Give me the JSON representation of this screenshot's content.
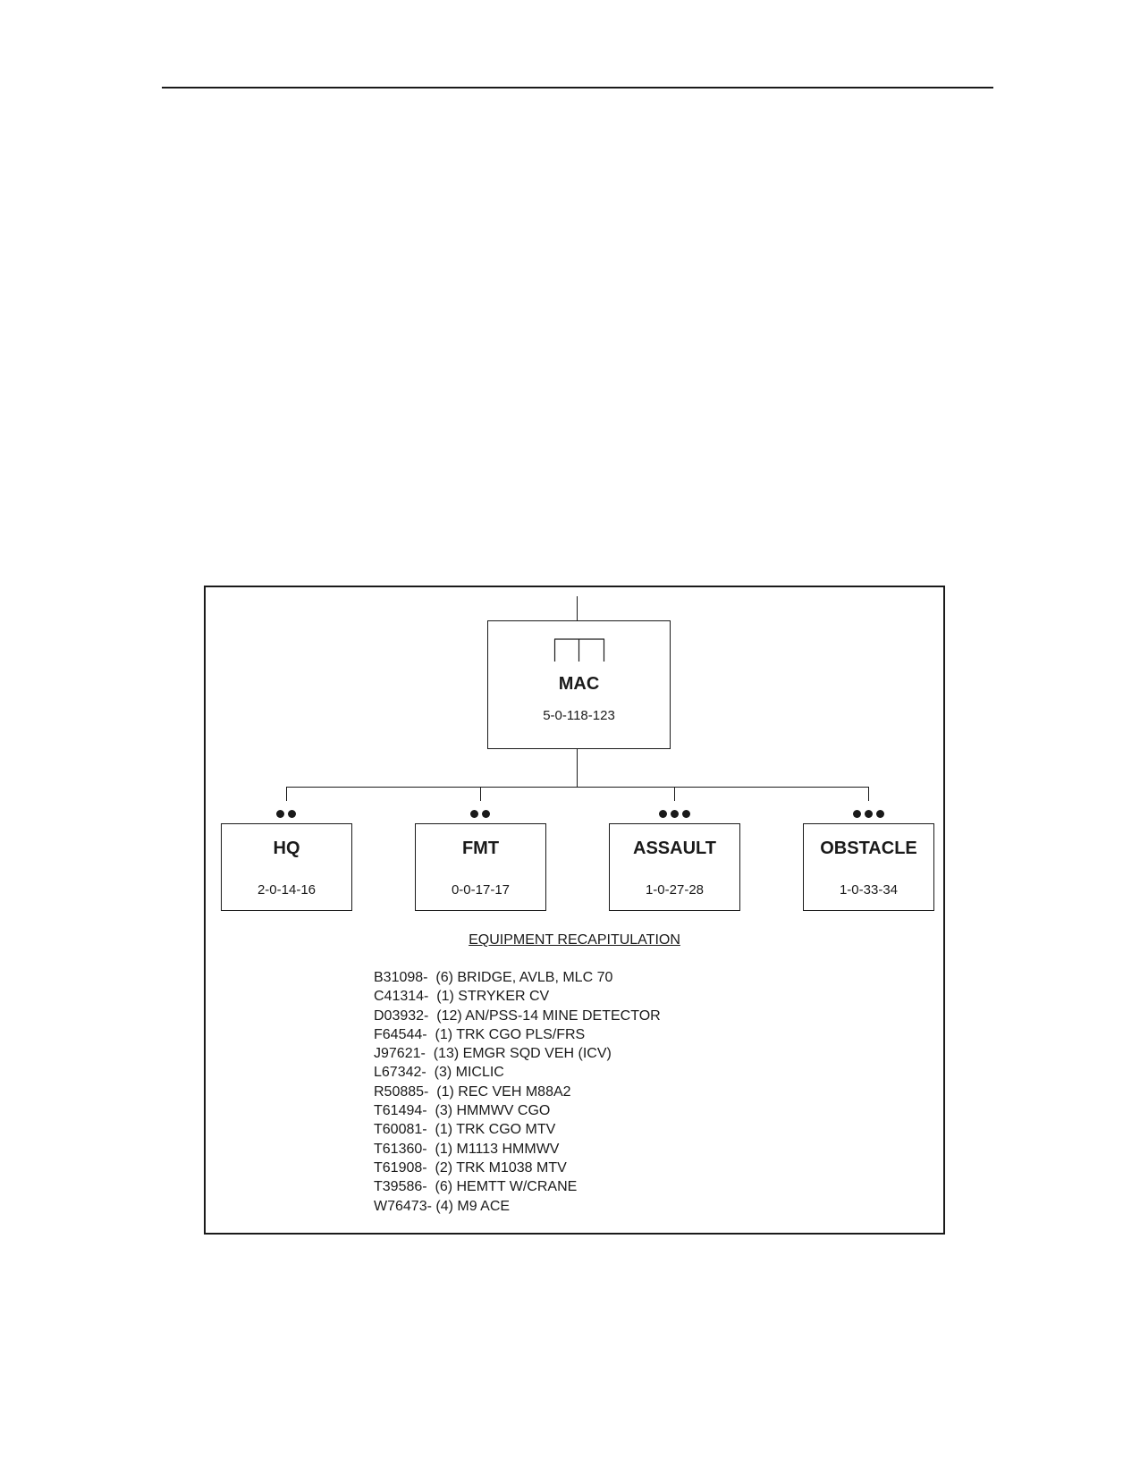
{
  "top_unit": {
    "name": "MAC",
    "count": "5-0-118-123"
  },
  "sub_units": [
    {
      "name": "HQ",
      "count": "2-0-14-16",
      "echelon_dots": 2
    },
    {
      "name": "FMT",
      "count": "0-0-17-17",
      "echelon_dots": 2
    },
    {
      "name": "ASSAULT",
      "count": "1-0-27-28",
      "echelon_dots": 3
    },
    {
      "name": "OBSTACLE",
      "count": "1-0-33-34",
      "echelon_dots": 3
    }
  ],
  "recap": {
    "title": "EQUIPMENT RECAPITULATION",
    "items": [
      "B31098-  (6) BRIDGE, AVLB, MLC 70",
      "C41314-  (1) STRYKER CV",
      "D03932-  (12) AN/PSS-14 MINE DETECTOR",
      "F64544-  (1) TRK CGO PLS/FRS",
      "J97621-  (13) EMGR SQD VEH (ICV)",
      "L67342-  (3) MICLIC",
      "R50885-  (1) REC VEH M88A2",
      "T61494-  (3) HMMWV CGO",
      "T60081-  (1) TRK CGO MTV",
      "T61360-  (1) M1113 HMMWV",
      "T61908-  (2) TRK M1038 MTV",
      "T39586-  (6) HEMTT W/CRANE",
      "W76473- (4) M9 ACE"
    ]
  }
}
